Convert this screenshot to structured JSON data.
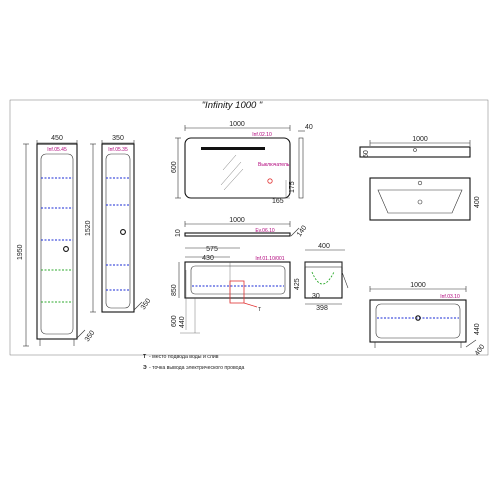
{
  "title": "\"Infinity 1000 \"",
  "column_left": {
    "width": "450",
    "height": "1950",
    "code": "Inf.05.45",
    "depth": "350"
  },
  "column_right": {
    "width": "350",
    "height": "1520",
    "code": "Inf.05.35",
    "depth": "350"
  },
  "mirror": {
    "width": "1000",
    "height": "600",
    "depth": "40",
    "code": "Inf.02.10",
    "switch_label": "Выключатель",
    "dim_175": "175",
    "dim_165": "165"
  },
  "shelf": {
    "width": "1000",
    "height": "10",
    "depth": "140",
    "code": "Ev.06.10"
  },
  "cabinet": {
    "width_430": "430",
    "width_575": "575",
    "code": "Inf.01.10/001",
    "height_425": "425",
    "height_850": "850",
    "height_600": "600",
    "height_440": "440",
    "side_depth": "400",
    "side_dim_30": "30",
    "side_dim_398": "398"
  },
  "sink": {
    "width": "1000",
    "depth_60": "60",
    "depth_400": "400"
  },
  "base_cabinet": {
    "width": "1000",
    "code": "Inf.03.10",
    "height": "440",
    "depth": "400"
  },
  "legend": {
    "water_marker": "Т",
    "water_text": "- место подвода воды и слив",
    "electric_marker": "Э",
    "electric_text": "- точка вывода электрического провода"
  },
  "colors": {
    "blue_shelves": "#1a2bd6",
    "green_shelves": "#2eaa2e",
    "marker_red": "#e03030",
    "code_magenta": "#b0007a"
  }
}
